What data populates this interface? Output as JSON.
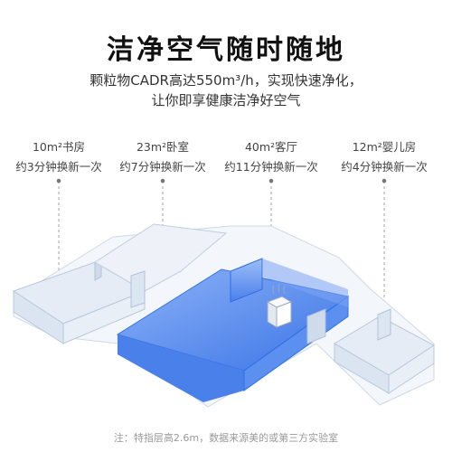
{
  "header": {
    "title": "洁净空气随时随地",
    "subtitle_line1": "颗粒物CADR高达550m³/h，实现快速净化，",
    "subtitle_line2": "让你即享健康洁净好空气"
  },
  "rooms": [
    {
      "name": "10m²书房",
      "time": "约3分钟换新一次"
    },
    {
      "name": "23m²卧室",
      "time": "约7分钟换新一次"
    },
    {
      "name": "40m²客厅",
      "time": "约11分钟换新一次"
    },
    {
      "name": "12m²婴儿房",
      "time": "约4分钟换新一次"
    }
  ],
  "footnote": "注：特指层高2.6m，数据来源美的或第三方实验室",
  "colors": {
    "accent_blue": "#2f6fe4",
    "wall_light": "#e9eef5",
    "highlight_fill": "#5b8ff0"
  },
  "icons": {
    "purifier": "air-purifier-icon"
  }
}
